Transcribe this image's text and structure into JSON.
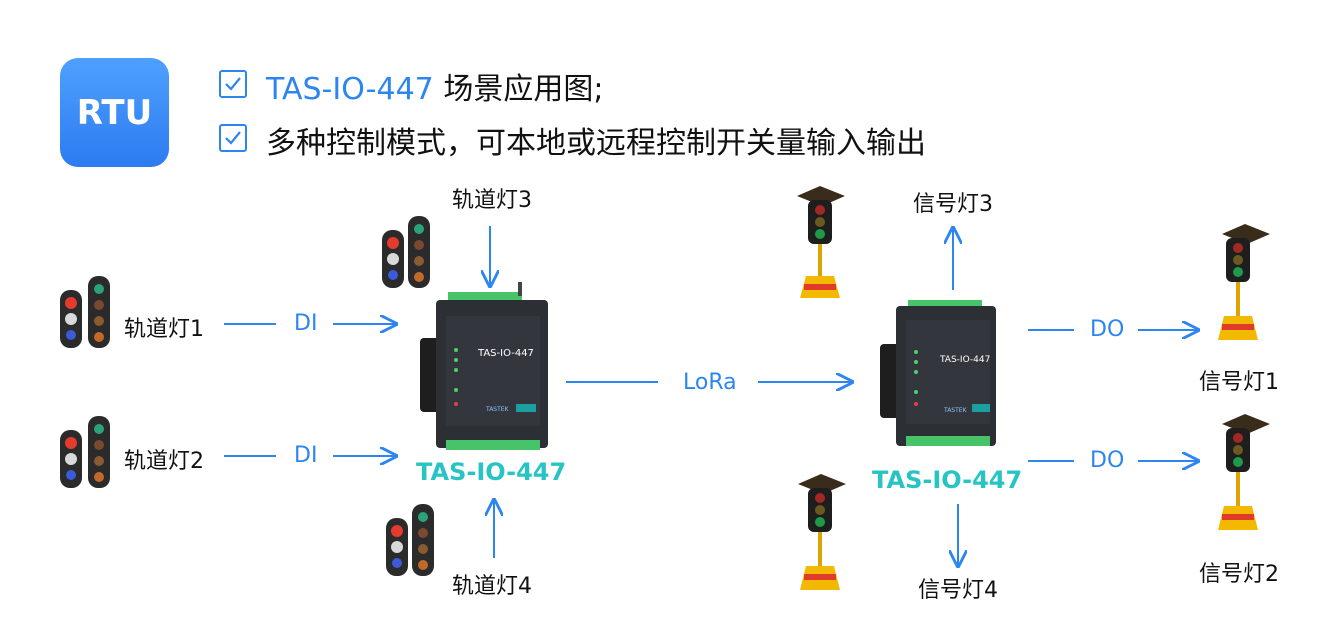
{
  "badge": {
    "text": "RTU"
  },
  "header": {
    "line1_accent": "TAS-IO-447",
    "line1_rest": " 场景应用图;",
    "line2": "多种控制模式，可本地或远程控制开关量输入输出"
  },
  "left_device": {
    "label": "TAS-IO-447",
    "inputs": [
      {
        "name": "轨道灯1",
        "link": "DI"
      },
      {
        "name": "轨道灯2",
        "link": "DI"
      },
      {
        "name": "轨道灯3"
      },
      {
        "name": "轨道灯4"
      }
    ]
  },
  "link": {
    "label": "LoRa"
  },
  "right_device": {
    "label": "TAS-IO-447",
    "outputs": [
      {
        "name": "信号灯1",
        "link": "DO"
      },
      {
        "name": "信号灯2",
        "link": "DO"
      },
      {
        "name": "信号灯3"
      },
      {
        "name": "信号灯4"
      }
    ]
  },
  "device_panel": {
    "model": "TAS-IO-447",
    "brand": "TASTEK"
  },
  "colors": {
    "accent": "#2d86f0",
    "device_label": "#28c4c4",
    "badge": "#3a8ff8"
  },
  "icons": [
    "checkbox-icon",
    "rail-signal-icon",
    "traffic-light-icon",
    "rtu-device-icon",
    "arrow-icon"
  ]
}
